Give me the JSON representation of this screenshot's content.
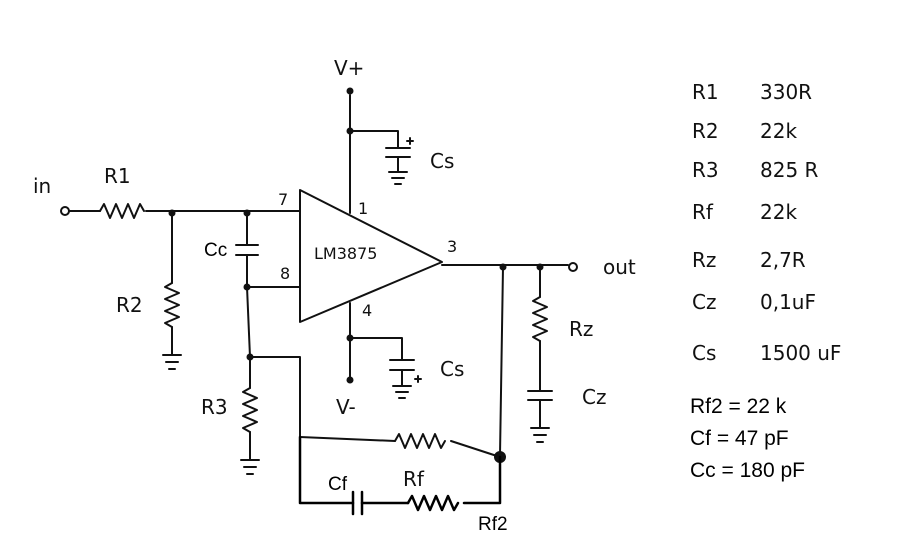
{
  "labels": {
    "vplus": "V+",
    "vminus": "V-",
    "in": "in",
    "out": "out",
    "chip": "LM3875",
    "pin7": "7",
    "pin8": "8",
    "pin1": "1",
    "pin4": "4",
    "pin3": "3",
    "r1": "R1",
    "r2": "R2",
    "r3": "R3",
    "rf": "Rf",
    "rz": "Rz",
    "cz": "Cz",
    "cs_top": "Cs",
    "cs_bottom": "Cs",
    "cc": "Cc",
    "cf": "Cf",
    "rf2": "Rf2"
  },
  "bom": [
    {
      "name": "R1",
      "value": "330R"
    },
    {
      "name": "R2",
      "value": "22k"
    },
    {
      "name": "R3",
      "value": "825 R"
    },
    {
      "name": "Rf",
      "value": "22k"
    },
    {
      "name": "Rz",
      "value": "2,7R"
    },
    {
      "name": "Cz",
      "value": "0,1uF"
    },
    {
      "name": "Cs",
      "value": "1500 uF"
    }
  ],
  "notes": {
    "rf2": "Rf2 = 22 k",
    "cf": "Cf = 47 pF",
    "cc": "Cc = 180 pF"
  }
}
